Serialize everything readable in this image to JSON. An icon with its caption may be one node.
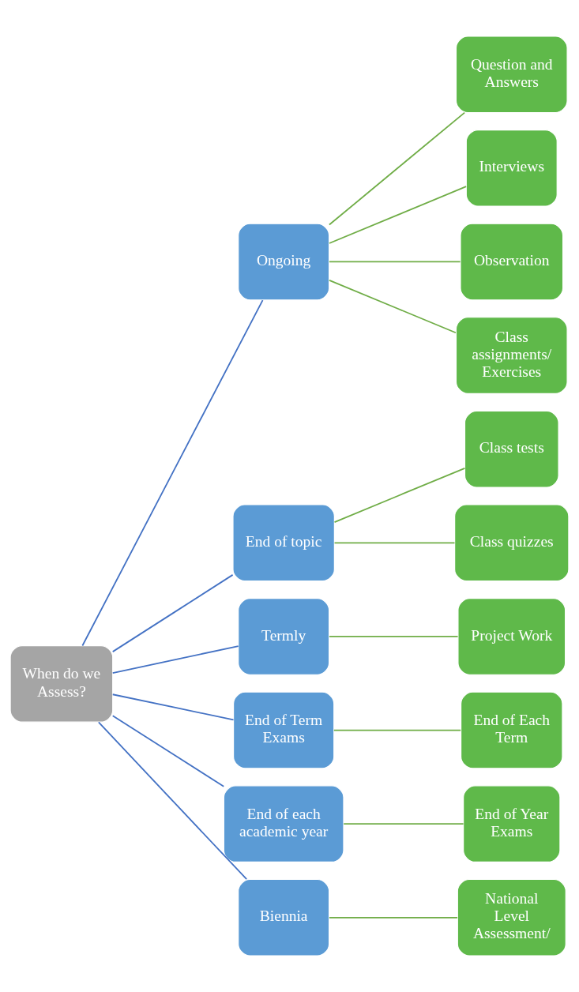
{
  "diagram": {
    "nodes": [
      {
        "text": [
          "When do we Assess?"
        ]
      },
      {
        "text": [
          "Ongoing"
        ]
      },
      {
        "text": [
          "End of topic"
        ]
      },
      {
        "text": [
          "Termly"
        ]
      },
      {
        "text": [
          "End of Term Exams"
        ]
      },
      {
        "text": [
          "End of each academic year"
        ]
      },
      {
        "text": [
          "Biennia"
        ]
      },
      {
        "text": [
          "Question and Answers"
        ]
      },
      {
        "text": [
          "Interviews"
        ]
      },
      {
        "text": [
          "Observation"
        ]
      },
      {
        "text": [
          "Class assignments/ Exercises"
        ]
      },
      {
        "text": [
          "Class tests"
        ]
      },
      {
        "text": [
          "Class quizzes"
        ]
      },
      {
        "text": [
          "Project Work"
        ]
      },
      {
        "text": [
          "End of Each Term"
        ]
      },
      {
        "text": [
          "End of Year Exams"
        ]
      },
      {
        "text": [
          "National Level Assessment/"
        ]
      }
    ],
    "edges": [
      {
        "from": 0,
        "to": 1,
        "arrow": "none",
        "color": "#4472c4"
      },
      {
        "from": 0,
        "to": 2,
        "arrow": "none",
        "color": "#4472c4"
      },
      {
        "from": 0,
        "to": 3,
        "arrow": "none",
        "color": "#4472c4"
      },
      {
        "from": 0,
        "to": 4,
        "arrow": "none",
        "color": "#4472c4"
      },
      {
        "from": 0,
        "to": 5,
        "arrow": "none",
        "color": "#4472c4"
      },
      {
        "from": 0,
        "to": 6,
        "arrow": "none",
        "color": "#4472c4"
      },
      {
        "from": 1,
        "to": 7,
        "arrow": "none"
      },
      {
        "from": 1,
        "to": 8,
        "arrow": "none"
      },
      {
        "from": 1,
        "to": 9,
        "arrow": "none"
      },
      {
        "from": 1,
        "to": 10,
        "arrow": "none"
      },
      {
        "from": 2,
        "to": 11,
        "arrow": "none"
      },
      {
        "from": 2,
        "to": 12,
        "arrow": "none"
      },
      {
        "from": 3,
        "to": 13,
        "arrow": "none"
      },
      {
        "from": 4,
        "to": 14,
        "arrow": "none"
      },
      {
        "from": 5,
        "to": 15,
        "arrow": "none"
      },
      {
        "from": 6,
        "to": 16,
        "arrow": "none"
      }
    ]
  }
}
